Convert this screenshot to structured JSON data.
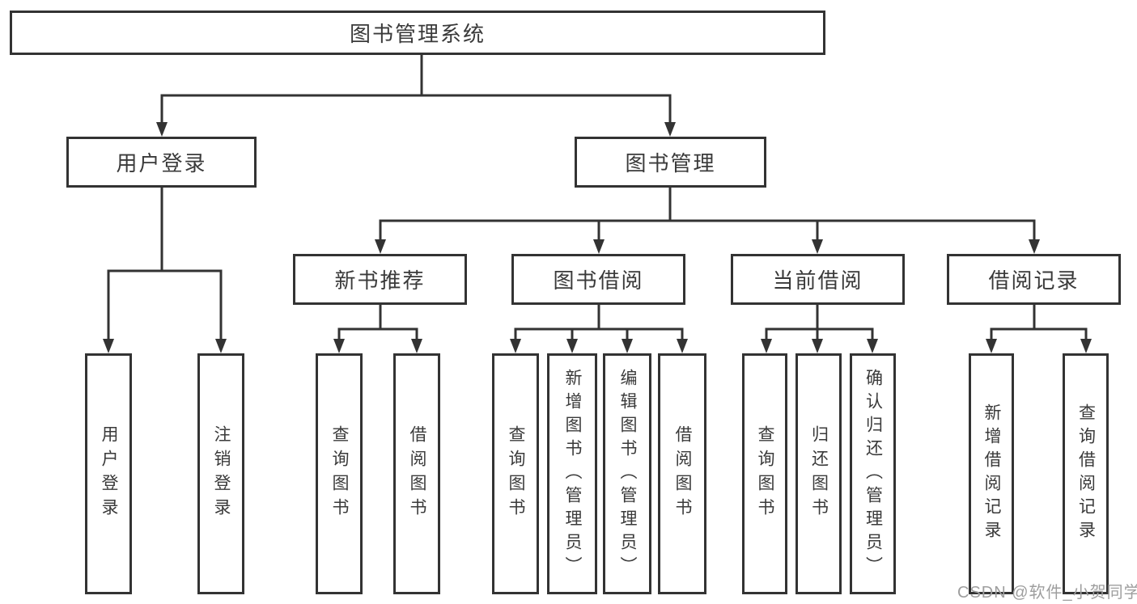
{
  "diagram": {
    "kind": "function-structure-tree",
    "title": "图书管理系统"
  },
  "tree": {
    "root": {
      "label": "图书管理系统",
      "children": [
        {
          "label": "用户登录",
          "children": [
            {
              "label": "用户登录"
            },
            {
              "label": "注销登录"
            }
          ]
        },
        {
          "label": "图书管理",
          "children": [
            {
              "label": "新书推荐",
              "children": [
                {
                  "label": "查询图书"
                },
                {
                  "label": "借阅图书"
                }
              ]
            },
            {
              "label": "图书借阅",
              "children": [
                {
                  "label": "查询图书"
                },
                {
                  "label": "新增图书（管理员）"
                },
                {
                  "label": "编辑图书（管理员）"
                },
                {
                  "label": "借阅图书"
                }
              ]
            },
            {
              "label": "当前借阅",
              "children": [
                {
                  "label": "查询图书"
                },
                {
                  "label": "归还图书"
                },
                {
                  "label": "确认归还（管理员）"
                }
              ]
            },
            {
              "label": "借阅记录",
              "children": [
                {
                  "label": "新增借阅记录"
                },
                {
                  "label": "查询借阅记录"
                }
              ]
            }
          ]
        }
      ]
    }
  },
  "watermark": {
    "text": "CSDN @软件_小贺同学"
  },
  "colors": {
    "background": "#ffffff",
    "line": "#333333",
    "box_border": "#333333",
    "box_fill": "#ffffff",
    "text": "#3a3a3a",
    "watermark": "#9e9e9e"
  }
}
